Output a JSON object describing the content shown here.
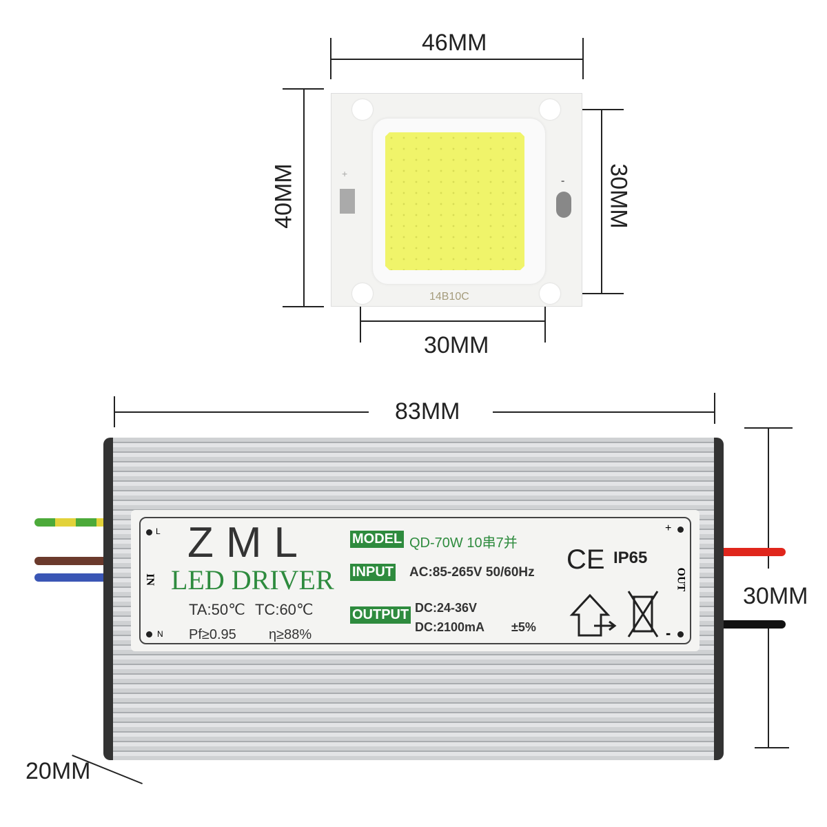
{
  "cob": {
    "width_label": "46MM",
    "height_label": "40MM",
    "hole_vertical_label": "30MM",
    "hole_horizontal_label": "30MM",
    "chip_code": "14B10C",
    "plus": "+",
    "minus": "-"
  },
  "driver": {
    "length_label": "83MM",
    "height_label": "30MM",
    "depth_label": "20MM",
    "label": {
      "brand": "ZML",
      "subtitle": "LED DRIVER",
      "model_tag": "MODEL",
      "model": "QD-70W  10串7并",
      "input_tag": "INPUT",
      "input": "AC:85-265V  50/60Hz",
      "output_tag": "OUTPUT",
      "output_v": "DC:24-36V",
      "output_i": "DC:2100mA",
      "tolerance": "±5%",
      "ta": "TA:50℃",
      "tc": "TC:60℃",
      "pf": "Pf≥0.95",
      "eff": "η≥88%",
      "ce": "CE",
      "ip": "IP65",
      "in": "IN",
      "out": "OUT",
      "l": "L",
      "n": "N",
      "plus": "+",
      "minus": "-"
    }
  },
  "colors": {
    "green": "#2e8b3e",
    "led": "#f0f46a"
  }
}
